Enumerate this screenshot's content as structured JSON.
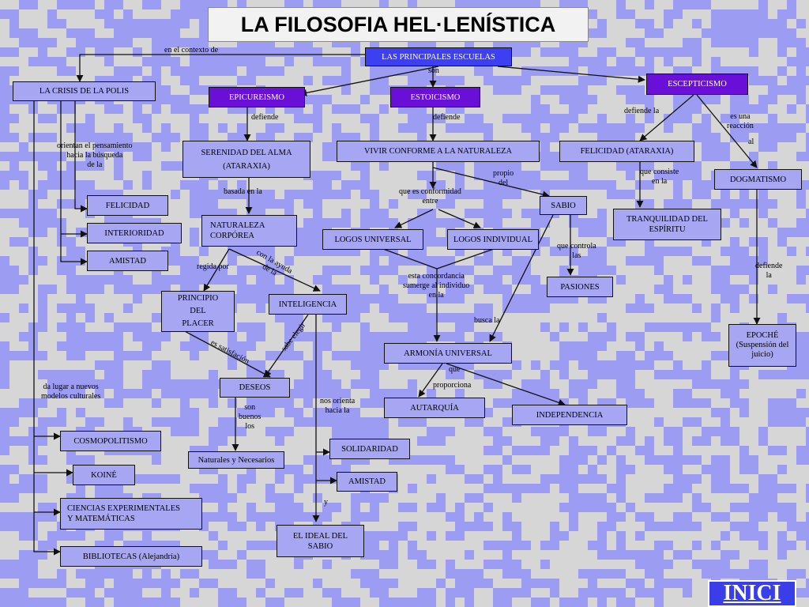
{
  "title": "LA FILOSOFIA HEL·LENÍSTICA",
  "nav": {
    "home_label": "INICI"
  },
  "colors": {
    "background": "#9c9cf2",
    "pattern": "#d6d6d6",
    "school_box": "#6a0fd8",
    "main_box": "#3c40f2",
    "node_box": "#a6a6f2"
  },
  "nodes": {
    "principales": "LAS PRINCIPALES ESCUELAS",
    "crisis": "LA CRISIS DE LA POLIS",
    "epicureismo": "EPICUREISMO",
    "estoicismo": "ESTOICISMO",
    "escepticismo": "ESCEPTICISMO",
    "serenidad": "SERENIDAD DEL ALMA\n(ATARAXIA)",
    "vivir": "VIVIR CONFORME A LA NATURALEZA",
    "felicidad_ataraxia": "FELICIDAD (ATARAXIA)",
    "dogmatismo": "DOGMATISMO",
    "felicidad": "FELICIDAD",
    "interioridad": "INTERIORIDAD",
    "amistad_left": "AMISTAD",
    "naturaleza": "NATURALEZA CORPÓREA",
    "logos_universal": "LOGOS UNIVERSAL",
    "logos_individual": "LOGOS INDIVIDUAL",
    "sabio": "SABIO",
    "tranquilidad": "TRANQUILIDAD DEL ESPÍRITU",
    "pasiones": "PASIONES",
    "principio": "PRINCIPIO\nDEL\nPLACER",
    "inteligencia": "INTELIGENCIA",
    "epoche": "EPOCHÉ\n(Suspensión del juicio)",
    "armonia": "ARMONÍA UNIVERSAL",
    "deseos": "DESEOS",
    "autarquia": "AUTARQUÍA",
    "independencia": "INDEPENDENCIA",
    "cosmopolitismo": "COSMOPOLITISMO",
    "naturales": "Naturales y Necesarios",
    "solidaridad": "SOLIDARIDAD",
    "koine": "KOINÉ",
    "amistad_mid": "AMISTAD",
    "ciencias": "CIENCIAS  EXPERIMENTALES\nY MATEMÁTICAS",
    "ideal": "EL IDEAL DEL\nSABIO",
    "bibliotecas": "BIBLIOTECAS (Alejandría)"
  },
  "labels": {
    "contexto": "en el contexto de",
    "son": "son",
    "defiende_epi": "defiende",
    "defiende_est": "defiende",
    "defiende_la": "defiende la",
    "reaccion": "es una\nreacción",
    "al": "al",
    "orientan": "orientan el pensamiento\nhacia la búsqueda\nde la",
    "propio": "propio\ndel",
    "basada": "basada en la",
    "conformidad": "que es conformidad\nentre",
    "consiste": "que consiste\nen la",
    "regida": "regida por",
    "ayuda": "con la ayuda\nde la",
    "controla": "que controla\nlas",
    "defiende_la2": "defiende\nla",
    "concordancia": "esta concordancia\nsumerge al individuo\nen la",
    "busca": "busca la",
    "satisfaccion": "es satisfación",
    "elegir": "sabe elegir",
    "que": "que",
    "proporciona": "proporciona",
    "modelos": "da lugar a nuevos\nmodelos culturales",
    "buenos": "son\nbuenos\nlos",
    "orienta": "nos orienta\nhacia la",
    "y": "y"
  }
}
